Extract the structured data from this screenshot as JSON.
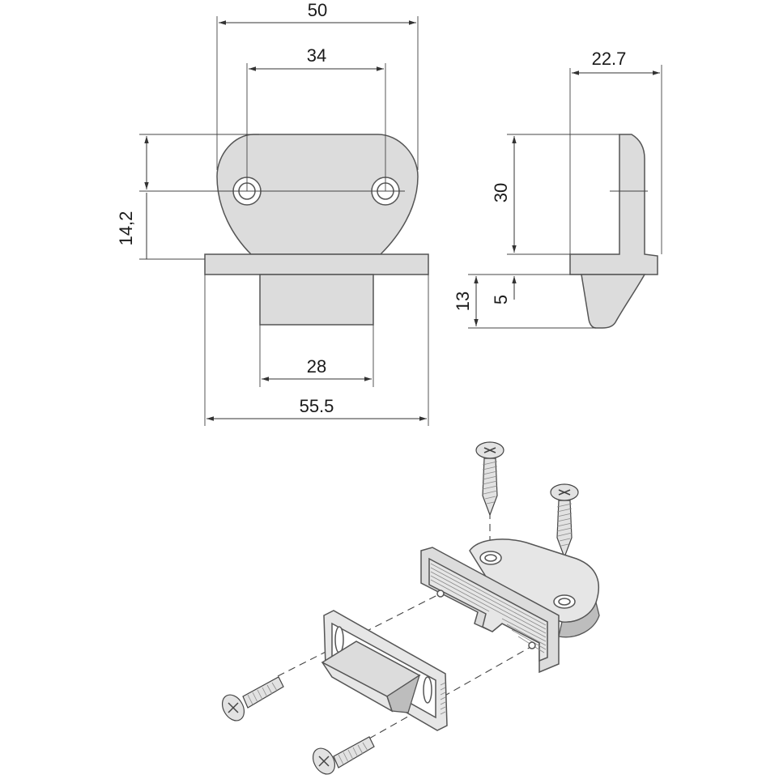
{
  "dimensions": {
    "front_width_top": "50",
    "hole_spacing": "34",
    "plate_height": "14,2",
    "body_width": "28",
    "base_width": "55.5",
    "side_depth": "22.7",
    "side_height": "30",
    "lip_height": "5",
    "bottom_height": "13"
  },
  "colors": {
    "part_fill": "#dcdcdc",
    "outline": "#555555",
    "dimension_line": "#333333"
  }
}
